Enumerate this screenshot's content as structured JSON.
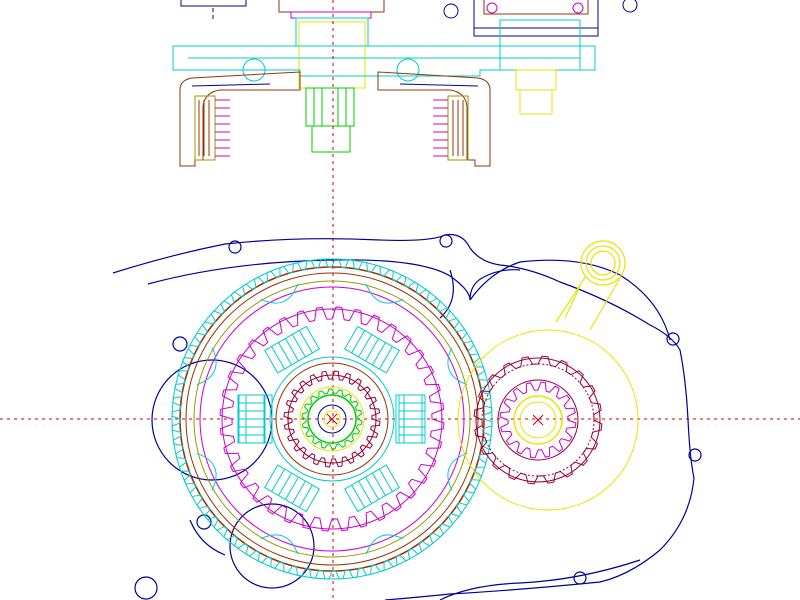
{
  "drawing": {
    "colors": {
      "background": "#ffffff",
      "centerline": "#cc0000",
      "housing": "#000099",
      "cyan": "#00cccc",
      "magenta": "#cc00cc",
      "brown": "#993300",
      "olive": "#999900",
      "yellow": "#e6e600",
      "green": "#00cc00",
      "darkred": "#990033"
    },
    "views": [
      "top-section-view",
      "front-gear-view"
    ],
    "features": {
      "clutch_gear_teeth": 72,
      "inner_clutch_teeth": 36,
      "friction_plates": 6,
      "pinion_teeth": 20
    }
  }
}
